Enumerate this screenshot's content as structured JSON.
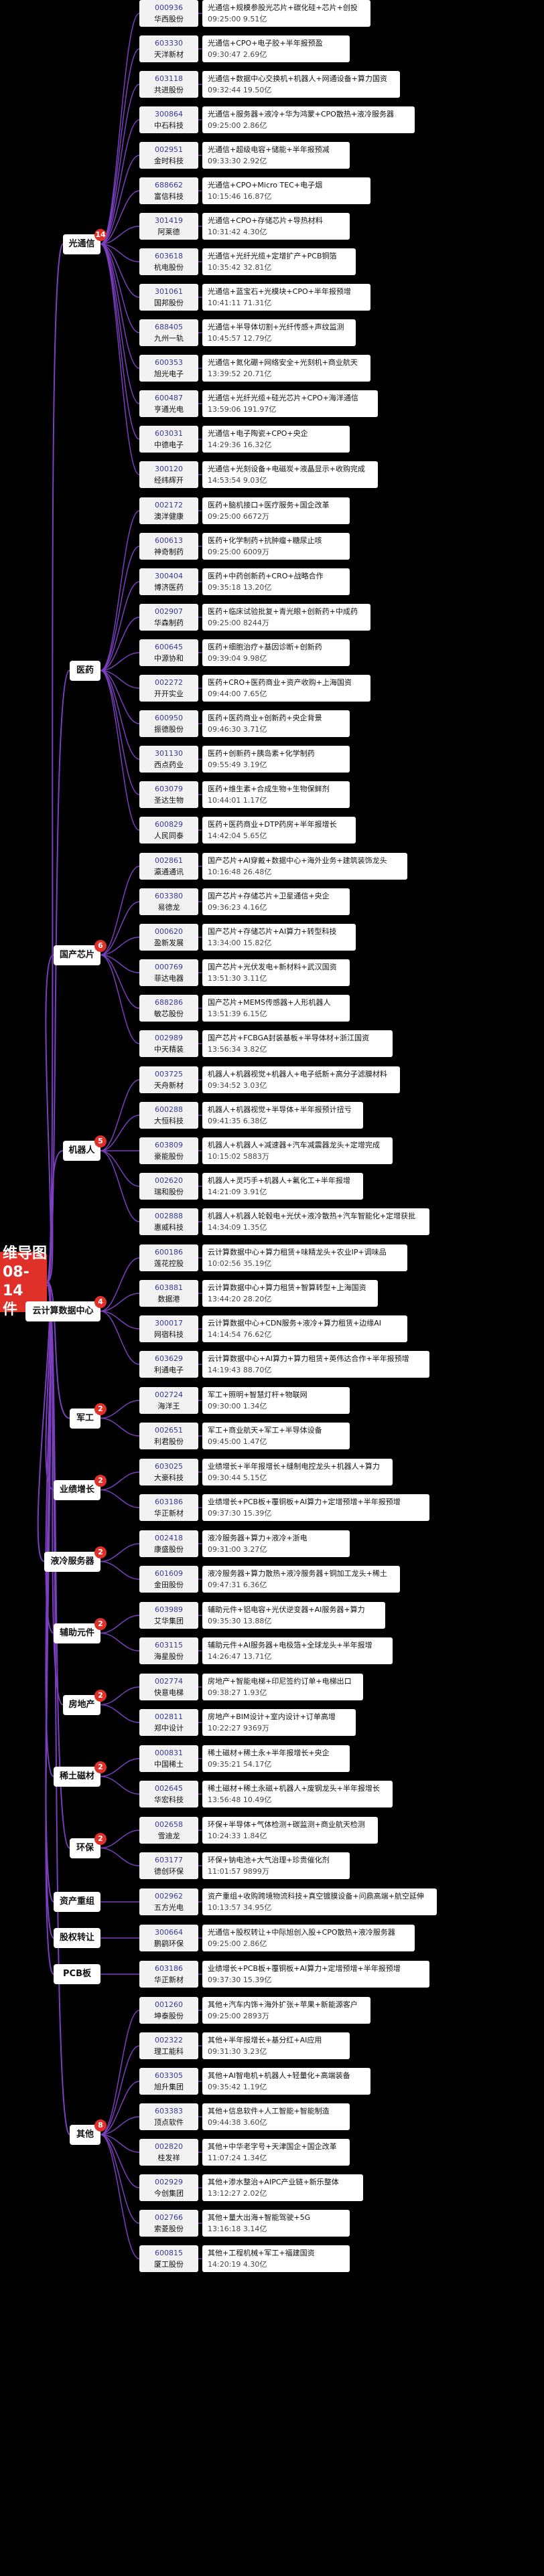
{
  "root": {
    "line1": "维导图",
    "line2": "08-14",
    "line3": "件"
  },
  "colors": {
    "root": "#e0302a",
    "link": "#7b3fbf",
    "badge": "#e0302a"
  },
  "categories": [
    {
      "label": "光通信",
      "badge": "14",
      "stocks": [
        {
          "code": "000936",
          "name": "华西股份",
          "tags": "光通信+规模参股光芯片+碳化硅+芯片+创投",
          "time": "09:25:00",
          "amount": "9.51亿"
        },
        {
          "code": "603330",
          "name": "天洋新材",
          "tags": "光通信+CPO+电子胶+半年报预盈",
          "time": "09:30:47",
          "amount": "2.69亿"
        },
        {
          "code": "603118",
          "name": "共进股份",
          "tags": "光通信+数据中心交换机+机器人+网通设备+算力国资",
          "time": "09:32:44",
          "amount": "19.50亿"
        },
        {
          "code": "300864",
          "name": "中石科技",
          "tags": "光通信+服务器+液冷+华为鸿蒙+CPO散热+液冷服务器",
          "time": "09:25:00",
          "amount": "2.86亿"
        },
        {
          "code": "002951",
          "name": "金时科技",
          "tags": "光通信+超级电容+储能+半年报预减",
          "time": "09:33:30",
          "amount": "2.92亿"
        },
        {
          "code": "688662",
          "name": "富信科技",
          "tags": "光通信+CPO+Micro TEC+电子烟",
          "time": "10:15:46",
          "amount": "16.87亿"
        },
        {
          "code": "301419",
          "name": "阿莱德",
          "tags": "光通信+CPO+存储芯片+导热材料",
          "time": "10:31:42",
          "amount": "4.30亿"
        },
        {
          "code": "603618",
          "name": "杭电股份",
          "tags": "光通信+光纤光缆+定增扩产+PCB铜箔",
          "time": "10:35:42",
          "amount": "32.81亿"
        },
        {
          "code": "301061",
          "name": "国邦股份",
          "tags": "光通信+蓝宝石+光模块+CPO+半年报预增",
          "time": "10:41:11",
          "amount": "71.31亿"
        },
        {
          "code": "688405",
          "name": "九州一轨",
          "tags": "光通信+半导体切割+光纤传感+声纹监测",
          "time": "10:45:57",
          "amount": "12.79亿"
        },
        {
          "code": "600353",
          "name": "旭光电子",
          "tags": "光通信+氮化硼+网络安全+光刻机+商业航天",
          "time": "13:39:52",
          "amount": "20.71亿"
        },
        {
          "code": "600487",
          "name": "亨通光电",
          "tags": "光通信+光纤光缆+硅光芯片+CPO+海洋通信",
          "time": "13:59:06",
          "amount": "191.97亿"
        },
        {
          "code": "603031",
          "name": "中德电子",
          "tags": "光通信+电子陶瓷+CPO+央企",
          "time": "14:29:36",
          "amount": "16.32亿"
        },
        {
          "code": "300120",
          "name": "经纬辉开",
          "tags": "光通信+光刻设备+电磁炭+液晶显示+收购完成",
          "time": "14:53:54",
          "amount": "9.03亿"
        }
      ]
    },
    {
      "label": "医药",
      "badge": "",
      "stocks": [
        {
          "code": "002172",
          "name": "澳洋健康",
          "tags": "医药+脑机接口+医疗服务+国企改革",
          "time": "09:25:00",
          "amount": "6672万"
        },
        {
          "code": "600613",
          "name": "神奇制药",
          "tags": "医药+化学制药+抗肿瘤+糖尿止咳",
          "time": "09:25:00",
          "amount": "6009万"
        },
        {
          "code": "300404",
          "name": "博济医药",
          "tags": "医药+中药创新药+CRO+战略合作",
          "time": "09:35:18",
          "amount": "13.20亿"
        },
        {
          "code": "002907",
          "name": "华森制药",
          "tags": "医药+临床试验批复+青光眼+创新药+中成药",
          "time": "09:25:00",
          "amount": "8244万"
        },
        {
          "code": "600645",
          "name": "中源协和",
          "tags": "医药+细胞治疗+基因诊断+创新药",
          "time": "09:39:04",
          "amount": "9.98亿"
        },
        {
          "code": "002272",
          "name": "开开实业",
          "tags": "医药+CRO+医药商业+资产收购+上海国资",
          "time": "09:44:00",
          "amount": "7.65亿"
        },
        {
          "code": "600950",
          "name": "振德股份",
          "tags": "医药+医药商业+创新药+央企背景",
          "time": "09:46:30",
          "amount": "3.71亿"
        },
        {
          "code": "301130",
          "name": "西点药业",
          "tags": "医药+创新药+胰岛素+化学制药",
          "time": "09:55:49",
          "amount": "3.19亿"
        },
        {
          "code": "603079",
          "name": "圣达生物",
          "tags": "医药+维生素+合成生物+生物保鲜剂",
          "time": "10:44:01",
          "amount": "1.17亿"
        },
        {
          "code": "600829",
          "name": "人民同泰",
          "tags": "医药+医药商业+DTP药房+半年报增长",
          "time": "14:42:04",
          "amount": "5.65亿"
        }
      ]
    },
    {
      "label": "国产芯片",
      "badge": "6",
      "stocks": [
        {
          "code": "002861",
          "name": "瀛通通讯",
          "tags": "国产芯片+AI穿戴+数据中心+海外业务+建筑装饰龙头",
          "time": "10:16:48",
          "amount": "26.48亿"
        },
        {
          "code": "603380",
          "name": "易德龙",
          "tags": "国产芯片+存储芯片+卫星通信+央企",
          "time": "09:36:23",
          "amount": "4.16亿"
        },
        {
          "code": "000620",
          "name": "盈新发展",
          "tags": "国产芯片+存储芯片+AI算力+转型科技",
          "time": "13:34:00",
          "amount": "15.82亿"
        },
        {
          "code": "000769",
          "name": "菲达电器",
          "tags": "国产芯片+光伏发电+新材料+武汉国资",
          "time": "13:51:30",
          "amount": "3.11亿"
        },
        {
          "code": "688286",
          "name": "敏芯股份",
          "tags": "国产芯片+MEMS传感器+人形机器人",
          "time": "13:51:39",
          "amount": "6.15亿"
        },
        {
          "code": "002989",
          "name": "中天精装",
          "tags": "国产芯片+FCBGA封装基板+半导体材+浙江国资",
          "time": "13:56:34",
          "amount": "3.82亿"
        }
      ]
    },
    {
      "label": "机器人",
      "badge": "5",
      "stocks": [
        {
          "code": "003725",
          "name": "天舟新材",
          "tags": "机器人+机器视觉+机器人+电子纸新+高分子滤膜材料",
          "time": "09:34:52",
          "amount": "3.03亿"
        },
        {
          "code": "600288",
          "name": "大恒科技",
          "tags": "机器人+机器视觉+半导体+半年报预计扭亏",
          "time": "09:41:35",
          "amount": "6.38亿"
        },
        {
          "code": "603809",
          "name": "豪能股份",
          "tags": "机器人+机器人+减速器+汽车减震器龙头+定增完成",
          "time": "10:15:02",
          "amount": "5883万"
        },
        {
          "code": "002620",
          "name": "瑞和股份",
          "tags": "机器人+灵巧手+机器人+氟化工+半年报增",
          "time": "14:21:09",
          "amount": "3.91亿"
        },
        {
          "code": "002888",
          "name": "惠威科技",
          "tags": "机器人+机器人轮毂电+光伏+液冷散热+汽车智能化+定增获批",
          "time": "14:34:09",
          "amount": "1.35亿"
        }
      ]
    },
    {
      "label": "云计算数据中心",
      "badge": "4",
      "stocks": [
        {
          "code": "600186",
          "name": "莲花控股",
          "tags": "云计算数据中心+算力租赁+味精龙头+农业IP+调味品",
          "time": "10:02:56",
          "amount": "35.19亿"
        },
        {
          "code": "603881",
          "name": "数据港",
          "tags": "云计算数据中心+算力租赁+智算转型+上海国资",
          "time": "13:44:20",
          "amount": "28.20亿"
        },
        {
          "code": "300017",
          "name": "网宿科技",
          "tags": "云计算数据中心+CDN服务+液冷+算力租赁+边缘AI",
          "time": "14:14:54",
          "amount": "76.62亿"
        },
        {
          "code": "603629",
          "name": "利通电子",
          "tags": "云计算数据中心+AI算力+算力租赁+英伟达合作+半年报预增",
          "time": "14:19:43",
          "amount": "88.70亿"
        }
      ]
    },
    {
      "label": "军工",
      "badge": "2",
      "stocks": [
        {
          "code": "002724",
          "name": "海洋王",
          "tags": "军工+照明+智慧灯杆+物联网",
          "time": "09:30:00",
          "amount": "1.34亿"
        },
        {
          "code": "002651",
          "name": "利君股份",
          "tags": "军工+商业航天+军工+半导体设备",
          "time": "09:45:00",
          "amount": "1.47亿"
        }
      ]
    },
    {
      "label": "业绩增长",
      "badge": "2",
      "stocks": [
        {
          "code": "603025",
          "name": "大豪科技",
          "tags": "业绩增长+半年报增长+缝制电控龙头+机器人+算力",
          "time": "09:30:44",
          "amount": "5.15亿"
        },
        {
          "code": "603186",
          "name": "华正新材",
          "tags": "业绩增长+PCB板+覆铜板+AI算力+定增预增+半年报预增",
          "time": "09:37:30",
          "amount": "15.39亿"
        }
      ]
    },
    {
      "label": "液冷服务器",
      "badge": "2",
      "stocks": [
        {
          "code": "002418",
          "name": "康盛股份",
          "tags": "液冷服务器+算力+液冷+浙电",
          "time": "09:31:00",
          "amount": "3.27亿"
        },
        {
          "code": "601609",
          "name": "金田股份",
          "tags": "液冷服务器+算力散热+液冷服务器+铜加工龙头+稀土",
          "time": "09:47:31",
          "amount": "6.36亿"
        }
      ]
    },
    {
      "label": "辅助元件",
      "badge": "2",
      "stocks": [
        {
          "code": "603989",
          "name": "艾华集团",
          "tags": "辅助元件+铝电容+光伏逆变器+AI服务器+算力",
          "time": "09:35:30",
          "amount": "13.88亿"
        },
        {
          "code": "603115",
          "name": "海星股份",
          "tags": "辅助元件+AI服务器+电极箔+全球龙头+半年报增",
          "time": "14:26:47",
          "amount": "13.71亿"
        }
      ]
    },
    {
      "label": "房地产",
      "badge": "2",
      "stocks": [
        {
          "code": "002774",
          "name": "快意电梯",
          "tags": "房地产+智能电梯+印尼签约订单+电梯出口",
          "time": "09:38:27",
          "amount": "1.93亿"
        },
        {
          "code": "002811",
          "name": "郑中设计",
          "tags": "房地产+BIM设计+室内设计+订单高增",
          "time": "10:22:27",
          "amount": "9369万"
        }
      ]
    },
    {
      "label": "稀土磁材",
      "badge": "2",
      "stocks": [
        {
          "code": "000831",
          "name": "中国稀土",
          "tags": "稀土磁材+稀土永+半年报增长+央企",
          "time": "09:35:21",
          "amount": "54.17亿"
        },
        {
          "code": "002645",
          "name": "华宏科技",
          "tags": "稀土磁材+稀土永磁+机器人+废钢龙头+半年报增长",
          "time": "13:56:48",
          "amount": "10.49亿"
        }
      ]
    },
    {
      "label": "环保",
      "badge": "2",
      "stocks": [
        {
          "code": "002658",
          "name": "雪迪龙",
          "tags": "环保+半导体+气体检测+碳监测+商业航天检测",
          "time": "10:24:33",
          "amount": "1.84亿"
        },
        {
          "code": "603177",
          "name": "德创环保",
          "tags": "环保+钠电池+大气治理+珍贵催化剂",
          "time": "11:01:57",
          "amount": "9899万"
        }
      ]
    },
    {
      "label": "资产重组",
      "badge": "",
      "stocks": [
        {
          "code": "002962",
          "name": "五方光电",
          "tags": "资产重组+收购跨境物流科技+真空镀膜设备+问鼎高端+航空延伸",
          "time": "10:13:57",
          "amount": "34.95亿"
        }
      ]
    },
    {
      "label": "股权转让",
      "badge": "",
      "stocks": [
        {
          "code": "300664",
          "name": "鹏鹞环保",
          "tags": "光通信+股权转让+中际旭创入股+CPO散热+液冷服务器",
          "time": "09:25:00",
          "amount": "2.86亿"
        }
      ]
    },
    {
      "label": "PCB板",
      "badge": "",
      "stocks": [
        {
          "code": "603186",
          "name": "华正新材",
          "tags": "业绩增长+PCB板+覆铜板+AI算力+定增预增+半年报预增",
          "time": "09:37:30",
          "amount": "15.39亿"
        }
      ]
    },
    {
      "label": "其他",
      "badge": "8",
      "stocks": [
        {
          "code": "001260",
          "name": "坤泰股份",
          "tags": "其他+汽车内饰+海外扩张+苹果+新能源客户",
          "time": "09:25:00",
          "amount": "2893万"
        },
        {
          "code": "002322",
          "name": "理工能科",
          "tags": "其他+半年报增长+基分红+AI应用",
          "time": "09:31:30",
          "amount": "3.23亿"
        },
        {
          "code": "603305",
          "name": "旭升集团",
          "tags": "其他+AI智电机+机器人+轻量化+高端装备",
          "time": "09:35:42",
          "amount": "1.19亿"
        },
        {
          "code": "603383",
          "name": "顶点软件",
          "tags": "其他+信息软件+人工智能+智能制造",
          "time": "09:44:38",
          "amount": "3.60亿"
        },
        {
          "code": "002820",
          "name": "桂发祥",
          "tags": "其他+中华老字号+天津国企+国企改革",
          "time": "11:07:24",
          "amount": "1.34亿"
        },
        {
          "code": "002929",
          "name": "今创集团",
          "tags": "其他+渗水整治+AIPC产业链+新乐整体",
          "time": "13:12:27",
          "amount": "2.02亿"
        },
        {
          "code": "002766",
          "name": "索菱股份",
          "tags": "其他+量大出海+智能驾驶+5G",
          "time": "13:16:18",
          "amount": "3.14亿"
        },
        {
          "code": "600815",
          "name": "厦工股份",
          "tags": "其他+工程机械+军工+福建国资",
          "time": "14:20:19",
          "amount": "4.30亿"
        }
      ]
    }
  ]
}
